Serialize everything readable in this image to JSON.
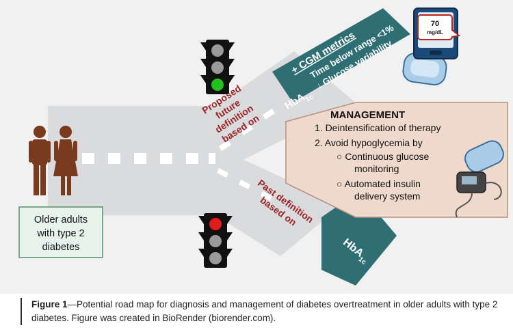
{
  "people_box": {
    "line1": "Older adults",
    "line2": "with type 2",
    "line3": "diabetes"
  },
  "future": {
    "label_lines": [
      "Proposed",
      "future",
      "definition",
      "based on"
    ],
    "sign": {
      "hba_main": "HbA",
      "hba_sub": "1c",
      "title": "+ CGM metrics",
      "line2": "Time below range <1%",
      "line3": "↓ Glucose variability"
    }
  },
  "past": {
    "label_lines": [
      "Past definition",
      "based on"
    ],
    "sign": {
      "hba_main": "HbA",
      "hba_sub": "1c"
    }
  },
  "meter": {
    "value": "70",
    "unit": "mg/dL"
  },
  "management": {
    "title": "MANAGEMENT",
    "item1": "1. Deintensification of therapy",
    "item2": "2. Avoid hypoglycemia by",
    "sub1_line1": "○ Continuous glucose",
    "sub1_line2": "monitoring",
    "sub2_line1": "○ Automated insulin",
    "sub2_line2": "delivery system"
  },
  "caption": {
    "label": "Figure 1",
    "text": "—Potential road map for diagnosis and management of diabetes overtreatment in older adults with type 2 diabetes. Figure was created in BioRender (biorender.com)."
  },
  "colors": {
    "road": "#d9dbdd",
    "sign": "#2f6f73",
    "label_red": "#9b2526",
    "mgmt_bg": "#efd8cc",
    "box_bg": "#e6f3ec",
    "person": "#7a3a1e"
  }
}
